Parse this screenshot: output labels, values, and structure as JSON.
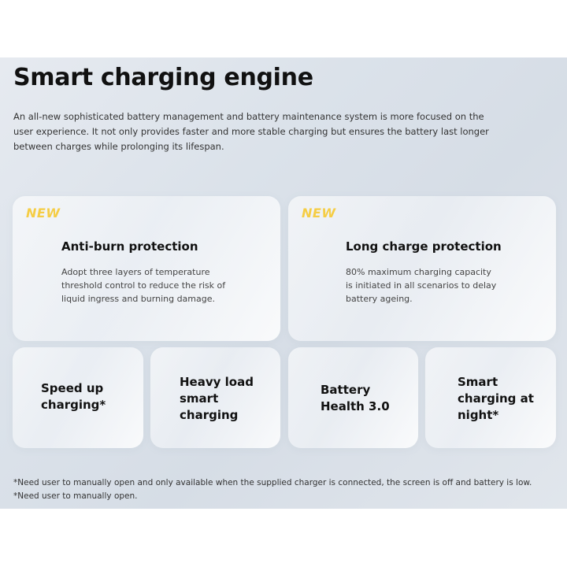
{
  "section": {
    "title": "Smart charging engine",
    "intro": "An all-new sophisticated battery management and battery maintenance system is more focused on the user experience. It not only provides faster and more stable charging but ensures the battery last longer between charges while prolonging its lifespan."
  },
  "feature_cards": [
    {
      "badge": "NEW",
      "title": "Anti-burn protection",
      "description": "Adopt three layers of temperature threshold control to reduce the risk of liquid ingress and burning damage."
    },
    {
      "badge": "NEW",
      "title": "Long charge protection",
      "description": "80% maximum charging capacity is initiated in all scenarios to delay battery ageing."
    }
  ],
  "small_cards": [
    {
      "title": "Speed up charging*"
    },
    {
      "title": "Heavy load smart charging"
    },
    {
      "title": "Battery Health 3.0"
    },
    {
      "title": "Smart charging at night*"
    }
  ],
  "footnotes": [
    "*Need user to manually open and only available when the supplied charger is connected, the screen is off and battery is low.",
    "*Need user to manually open."
  ],
  "colors": {
    "badge": "#f5cd45",
    "title_text": "#111111",
    "body_text": "#333333"
  }
}
